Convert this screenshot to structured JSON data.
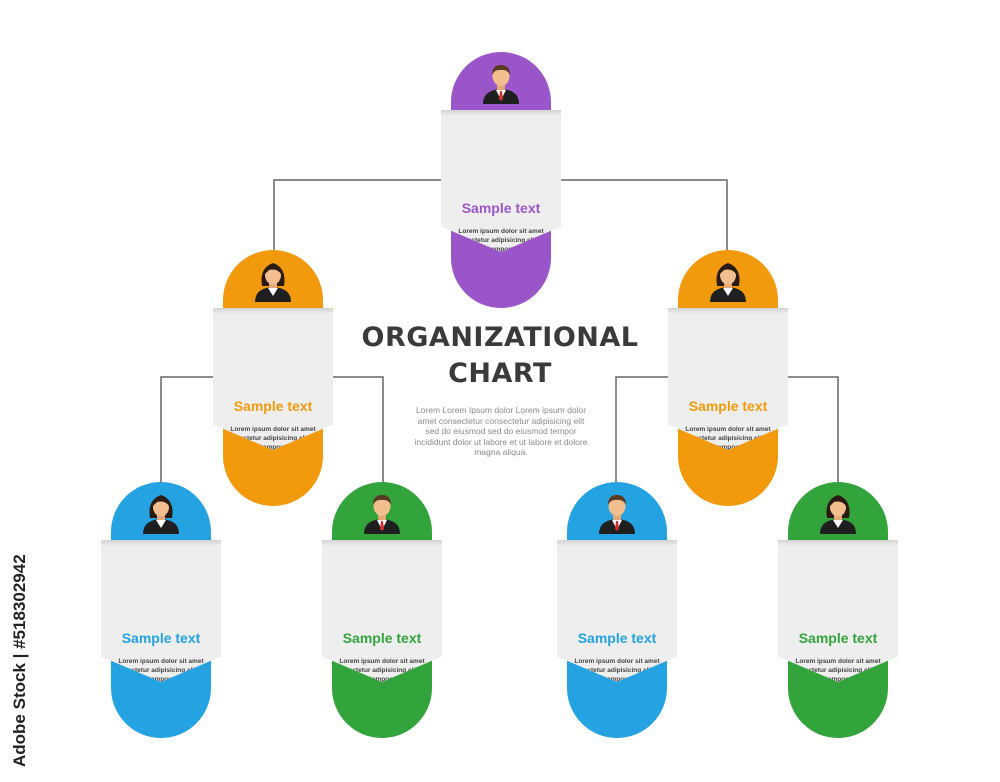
{
  "chart": {
    "title_line1": "ORGANIZATIONAL",
    "title_line2": "CHART",
    "body": "Lorem Lorem Ipsum dolor Lorem ipsum dolor amet consectetur consectetur adipisicing elit sed do eiusmod sed do eiusmod tempor incididunt dolor ut labore et ut labore et dolore magna aliqua."
  },
  "colors": {
    "purple": "#9a56c9",
    "orange": "#f29a0c",
    "blue": "#24a2e2",
    "green": "#33a33b",
    "connector": "#666666",
    "card": "#eeeeee"
  },
  "nodes": [
    {
      "id": "ceo",
      "color": "purple",
      "avatar": "male-avatar-icon",
      "title": "Sample text",
      "body": "Lorem ipsum dolor sit amet consectetur adipisicing elit sed do eiusmod tempor incididunt ut labore et dolore magna aliqua"
    },
    {
      "id": "manager-left",
      "color": "orange",
      "avatar": "female-avatar-icon",
      "title": "Sample text",
      "body": "Lorem ipsum dolor sit amet consectetur adipisicing elit sed do eiusmod tempor incididunt ut labore et dolore magna aliqua"
    },
    {
      "id": "manager-right",
      "color": "orange",
      "avatar": "female-avatar-icon",
      "title": "Sample text",
      "body": "Lorem ipsum dolor sit amet consectetur adipisicing elit sed do eiusmod tempor incididunt ut labore et dolore magna aliqua"
    },
    {
      "id": "staff-1",
      "color": "blue",
      "avatar": "female-avatar-icon",
      "title": "Sample text",
      "body": "Lorem ipsum dolor sit amet consectetur adipisicing elit sed do eiusmod tempor incididunt ut labore et dolore magna aliqua"
    },
    {
      "id": "staff-2",
      "color": "green",
      "avatar": "male-avatar-icon",
      "title": "Sample text",
      "body": "Lorem ipsum dolor sit amet consectetur adipisicing elit sed do eiusmod tempor incididunt ut labore et dolore magna aliqua"
    },
    {
      "id": "staff-3",
      "color": "blue",
      "avatar": "male-avatar-icon",
      "title": "Sample text",
      "body": "Lorem ipsum dolor sit amet consectetur adipisicing elit sed do eiusmod tempor incididunt ut labore et dolore magna aliqua"
    },
    {
      "id": "staff-4",
      "color": "green",
      "avatar": "female-avatar-icon",
      "title": "Sample text",
      "body": "Lorem ipsum dolor sit amet consectetur adipisicing elit sed do eiusmod tempor incididunt ut labore et dolore magna aliqua"
    }
  ],
  "links": [
    [
      "ceo",
      "manager-left"
    ],
    [
      "ceo",
      "manager-right"
    ],
    [
      "manager-left",
      "staff-1"
    ],
    [
      "manager-left",
      "staff-2"
    ],
    [
      "manager-right",
      "staff-3"
    ],
    [
      "manager-right",
      "staff-4"
    ]
  ],
  "stock_id": "Adobe Stock | #518302942"
}
